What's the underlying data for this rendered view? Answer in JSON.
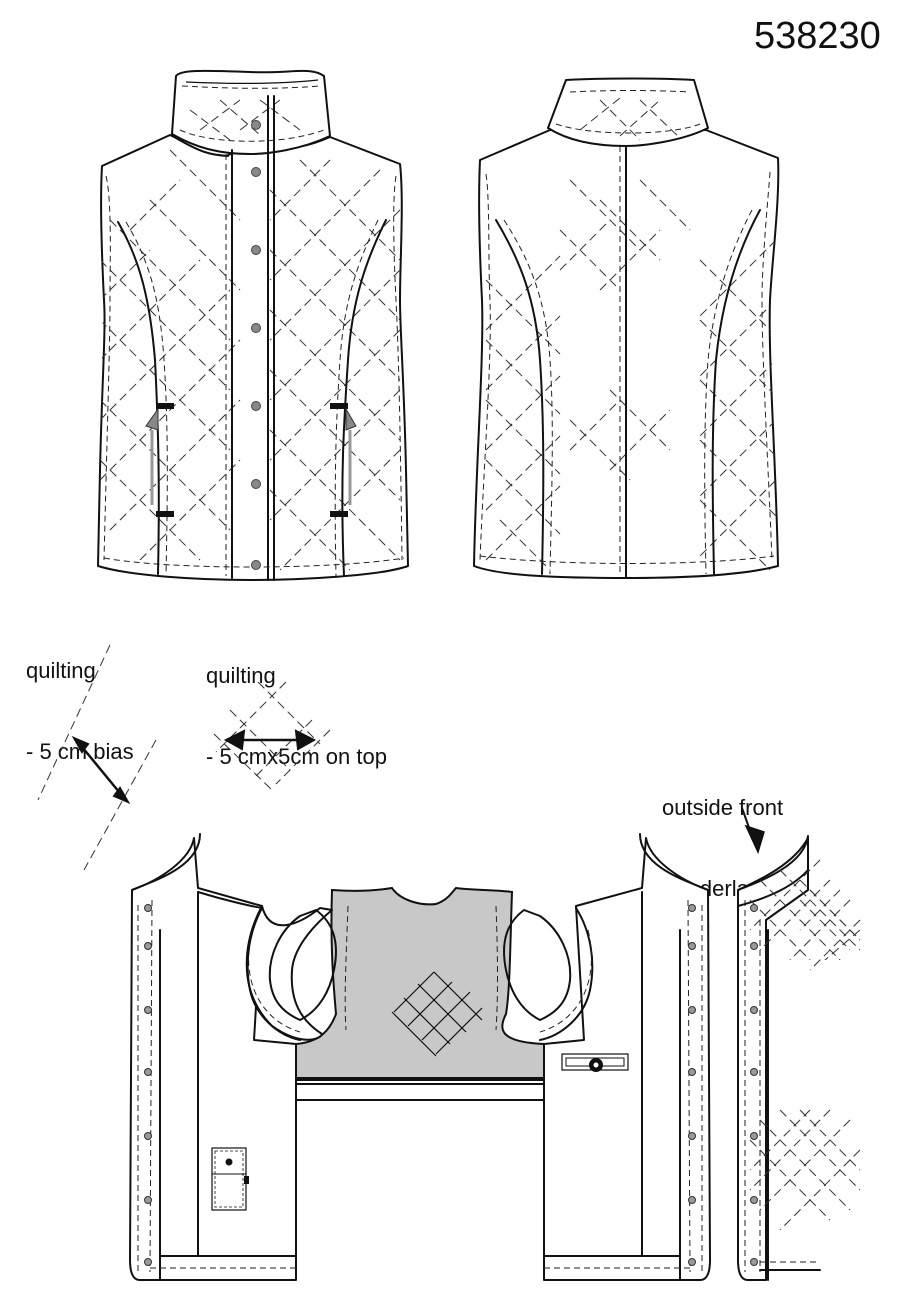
{
  "header": {
    "model_number": "538230"
  },
  "annotations": {
    "quilting_bias": {
      "line1": "quilting",
      "line2": "- 5 cm bias"
    },
    "quilting_square": {
      "line1": "quilting",
      "line2": "- 5 cmx5cm on top"
    },
    "outside_front": {
      "line1": "outside front",
      "line2": "- underlap"
    }
  },
  "colors": {
    "line": "#111111",
    "lining": "#c8c8c8",
    "snap": "#888888"
  },
  "icons": [
    "double-arrow-icon",
    "pointer-arrow-icon",
    "snap-button-icon",
    "zipper-pull-icon"
  ]
}
